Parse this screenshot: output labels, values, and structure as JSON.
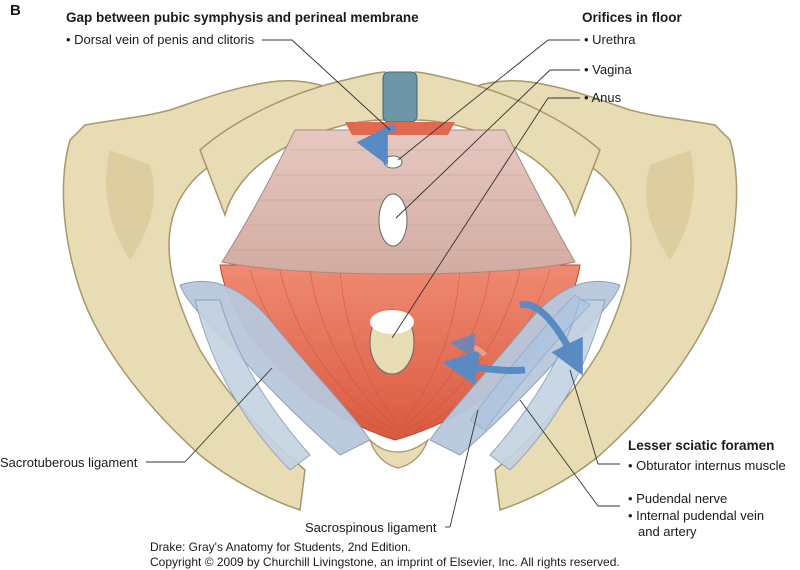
{
  "figure": {
    "panel_letter": "B",
    "headings": {
      "gap": "Gap between pubic symphysis and perineal membrane",
      "orifices": "Orifices in floor",
      "lesser_sciatic": "Lesser sciatic foramen"
    },
    "labels": {
      "dorsal_vein": "• Dorsal vein of penis and clitoris",
      "urethra": "• Urethra",
      "vagina": "• Vagina",
      "anus": "• Anus",
      "sacrotuberous": "Sacrotuberous ligament",
      "sacrospinous": "Sacrospinous ligament",
      "obturator": "• Obturator internus muscle",
      "pudendal_nerve": "• Pudendal nerve",
      "pudendal_vessels_1": "• Internal pudendal vein",
      "pudendal_vessels_2": "and artery"
    },
    "credit": {
      "line1": "Drake: Gray's Anatomy for Students, 2nd Edition.",
      "line2": "Copyright © 2009 by Churchill Livingstone, an imprint of Elsevier, Inc. All rights reserved."
    },
    "colors": {
      "bone": "#e8dcb4",
      "bone_shadow": "#c9b98a",
      "membrane": "#dcbab2",
      "muscle": "#e8725a",
      "ligament": "#b8c8dc",
      "arrow": "#5a8ac4",
      "leader": "#333333"
    }
  }
}
